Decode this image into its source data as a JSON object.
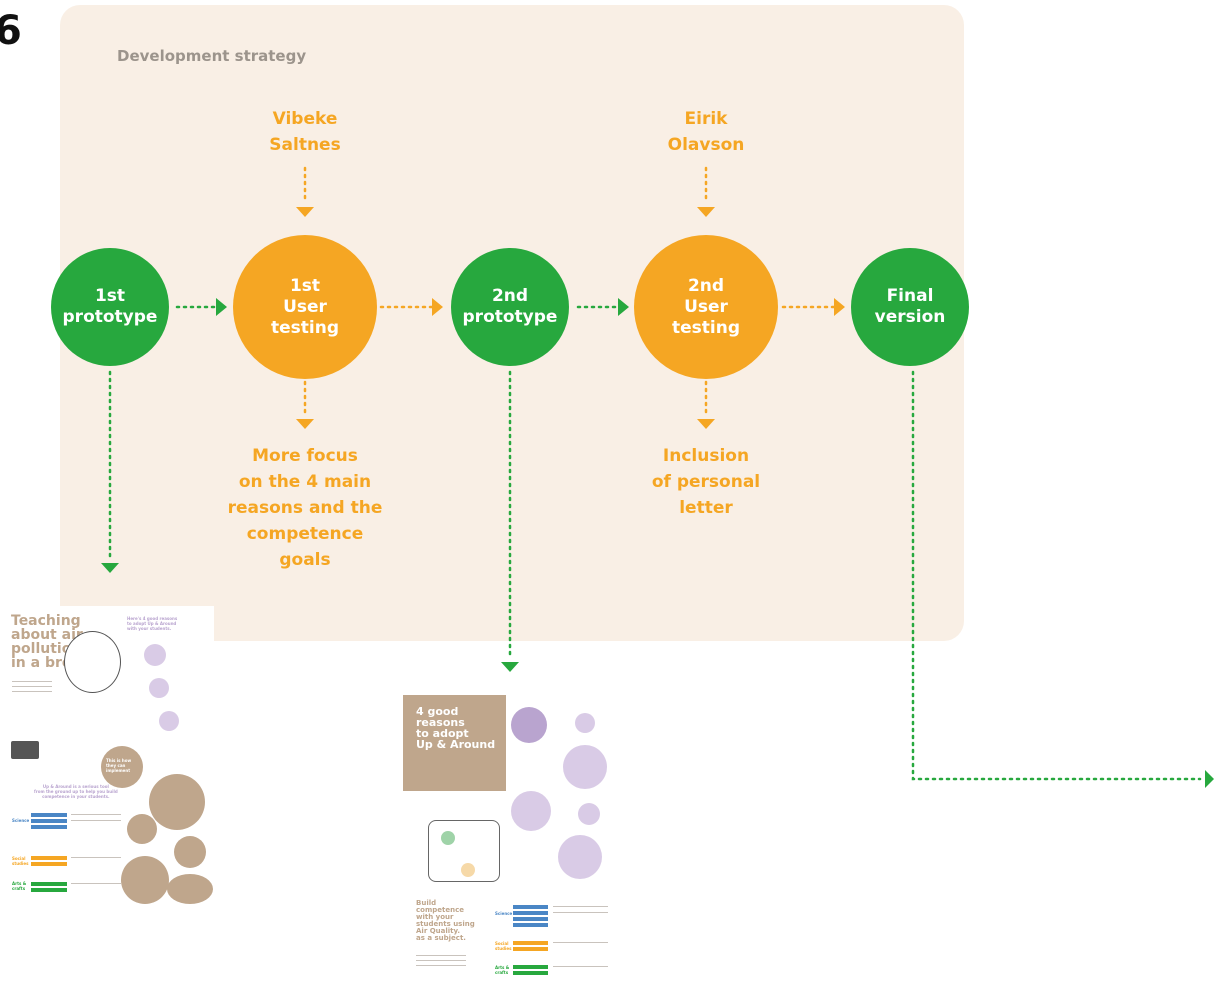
{
  "corner_label": "6",
  "panel_title": "Development strategy",
  "stages": [
    {
      "label": "1st\nprototype",
      "kind": "prototype"
    },
    {
      "label": "1st\nUser\ntesting",
      "kind": "testing"
    },
    {
      "label": "2nd\nprototype",
      "kind": "prototype"
    },
    {
      "label": "2nd\nUser\ntesting",
      "kind": "testing"
    },
    {
      "label": "Final\nversion",
      "kind": "prototype"
    }
  ],
  "testers": [
    "Vibeke\nSaltnes",
    "Eirik\nOlavson"
  ],
  "outcomes": [
    "More focus\non the 4 main\nreasons and the\ncompetence\ngoals",
    "Inclusion\nof personal\nletter"
  ],
  "poster1": {
    "title": "Teaching\nabout air\npollution\nin a breeze.",
    "reasons_heading": "Here's 4 good reasons\nto adopt Up & Around\nwith your students.",
    "bubble_text": "This is how\nthey can\nimplement",
    "sub_heading": "Up & Around is a serious tool\nfrom the ground up to help you build\ncompetence in your students.",
    "subjects": [
      "Science",
      "Social\nstudies",
      "Arts &\ncrafts"
    ]
  },
  "poster2": {
    "title": "4 good\nreasons\nto adopt\nUp & Around",
    "build_heading": "Build\ncompetence\nwith your\nstudents using\nAir Quality.\nas a subject.",
    "subjects": [
      "Science",
      "Social\nstudies",
      "Arts &\ncrafts"
    ]
  },
  "colors": {
    "prototype": "#27a83e",
    "testing": "#f5a623",
    "panel": "#f9efe5",
    "poster_tan": "#bfa68c",
    "poster_purple": "#b9a4cf"
  }
}
